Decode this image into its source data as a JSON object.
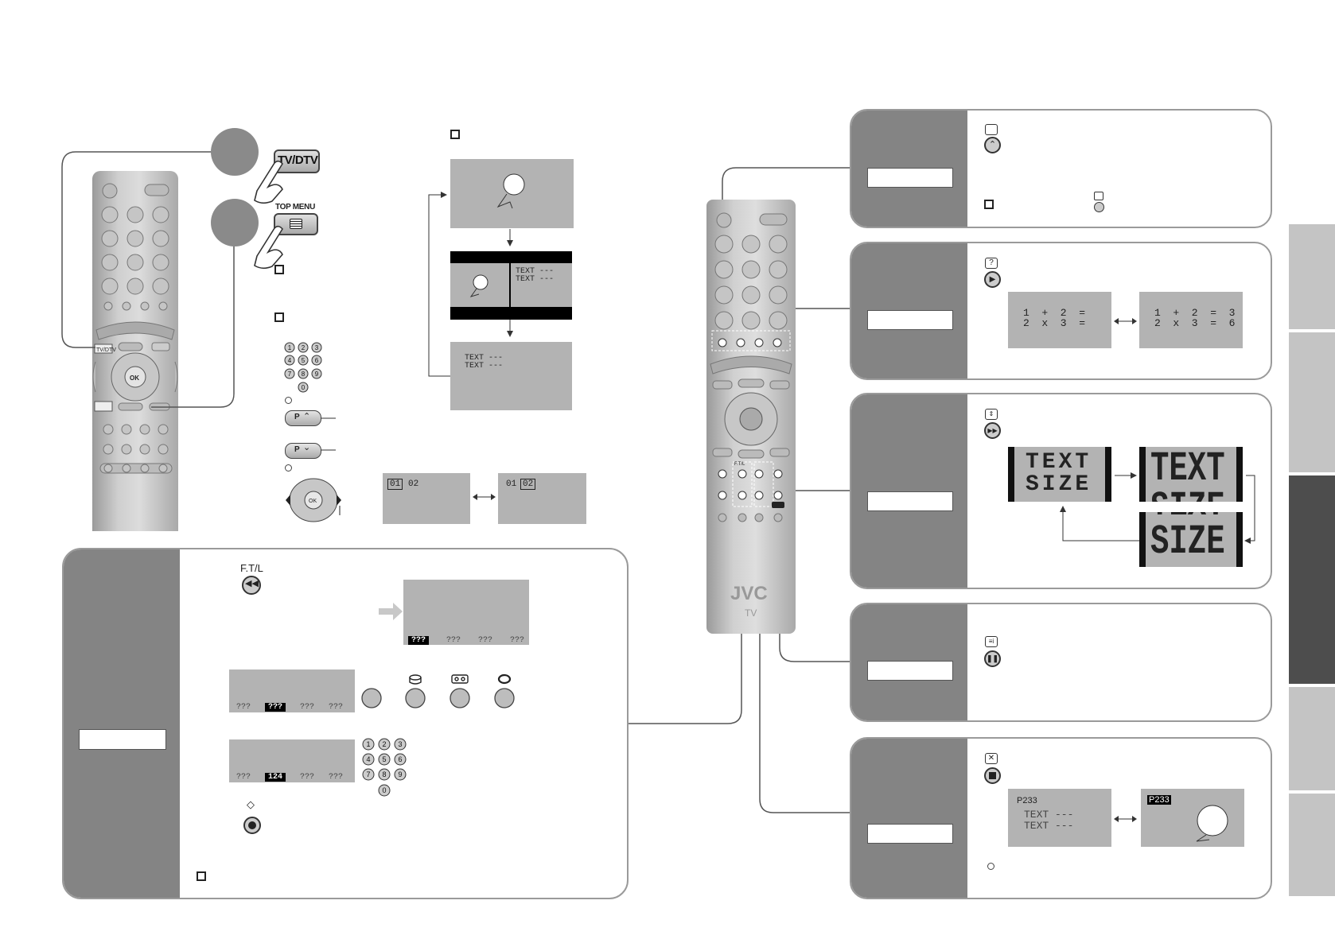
{
  "remote_left": {
    "tvdtv_label": "TV/DTV",
    "top_menu_label": "TOP MENU",
    "ok_label": "OK"
  },
  "teletext_diagram": {
    "split_text_1": "TEXT ---",
    "split_text_2": "TEXT ---",
    "full_text_1": "TEXT ---",
    "full_text_2": "TEXT ---"
  },
  "page_select": {
    "box_a_sel": "01",
    "box_a_other": "02",
    "box_b_other": "01",
    "box_b_sel": "02",
    "p_up_label": "P",
    "p_down_label": "P",
    "number_keys": [
      "1",
      "2",
      "3",
      "4",
      "5",
      "6",
      "7",
      "8",
      "9",
      "0"
    ]
  },
  "ftl_panel": {
    "ftl_label": "F.T/L",
    "screen1_tabs": [
      "???",
      "???",
      "???",
      "???"
    ],
    "screen2_tabs": [
      "???",
      "???",
      "???",
      "???"
    ],
    "screen3_tabs": [
      "???",
      "124",
      "???",
      "???"
    ],
    "number_keys": [
      "1",
      "2",
      "3",
      "4",
      "5",
      "6",
      "7",
      "8",
      "9",
      "0"
    ]
  },
  "remote_center": {
    "brand": "JVC",
    "sub": "TV",
    "ftl_small": "F.T/L"
  },
  "reveal_panel": {
    "left_line1": "1  +  2  =",
    "left_line2": "2  x  3  =",
    "right_line1": "1  +  2  =  3",
    "right_line2": "2  x  3  =  6"
  },
  "size_panel": {
    "normal_line1": "TEXT",
    "normal_line2": "SIZE",
    "top_half": "TEXT",
    "top_cut": "SIZE",
    "bottom_cut": "TEXT",
    "bottom_half": "SIZE"
  },
  "cancel_panel": {
    "page_num_left": "P233",
    "text_line1": "TEXT ---",
    "text_line2": "TEXT ---",
    "page_num_right": "P233"
  },
  "colors": {
    "panel_dark": "#848484",
    "panel_border": "#9a9a9a",
    "screen_gray": "#b3b3b3",
    "side_tab_light": "#c4c4c4",
    "side_tab_dark": "#4d4d4d"
  }
}
